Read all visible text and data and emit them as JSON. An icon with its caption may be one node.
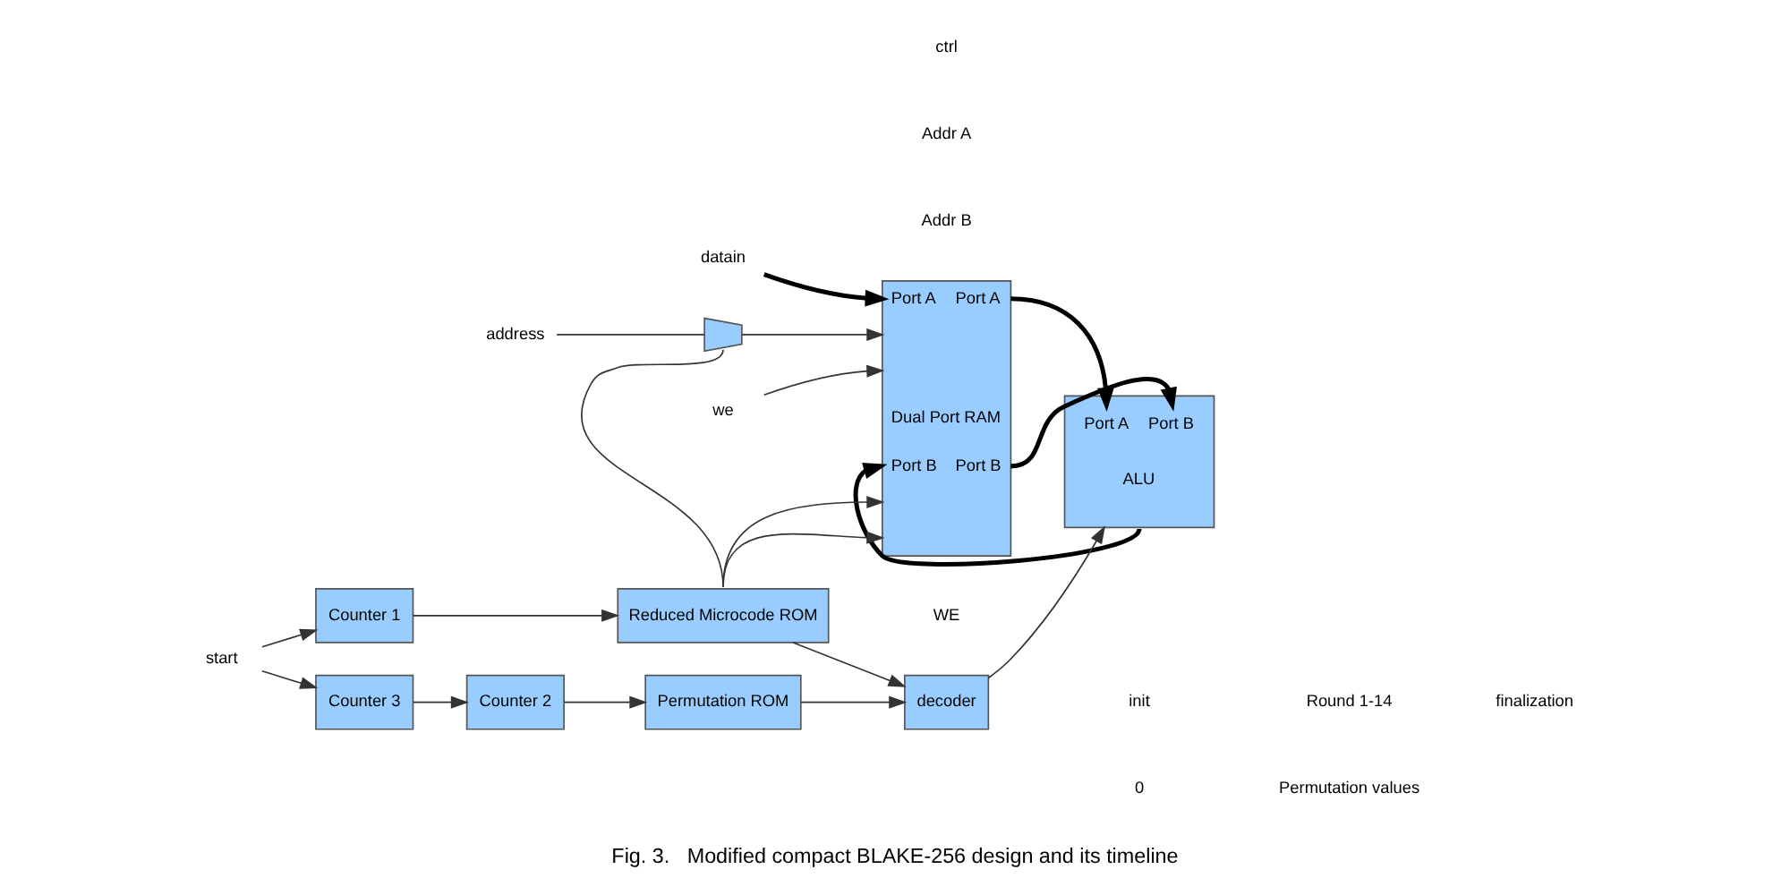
{
  "diagram": {
    "caption": "Fig. 3.   Modified compact BLAKE-256 design and its timeline",
    "nodes": [
      {
        "text": [
          "datain"
        ]
      },
      {
        "text": [
          "address"
        ]
      },
      {
        "text": [
          "we"
        ]
      },
      {
        "text": [],
        "shape": "trapezium"
      },
      {
        "text": [
          "Port A",
          "Port A",
          "Dual Port RAM",
          "Port B",
          "Port B"
        ]
      },
      {
        "text": [
          "Port A",
          "Port B",
          "ALU"
        ]
      },
      {
        "text": [
          "start"
        ]
      },
      {
        "text": [
          "Counter 1"
        ]
      },
      {
        "text": [
          "Reduced Microcode ROM"
        ]
      },
      {
        "text": [
          "Counter 3"
        ]
      },
      {
        "text": [
          "Counter 2"
        ]
      },
      {
        "text": [
          "Permutation ROM"
        ]
      },
      {
        "text": [
          "decoder"
        ]
      }
    ],
    "edges": [
      {
        "from": 0,
        "to": 4,
        "arrow": "to",
        "style": "thick"
      },
      {
        "from": 1,
        "to": 3,
        "arrow": "none"
      },
      {
        "from": 3,
        "to": 4,
        "arrow": "to"
      },
      {
        "from": 2,
        "to": 4,
        "arrow": "to"
      },
      {
        "from": 4,
        "to": 5,
        "arrow": "to",
        "style": "thick"
      },
      {
        "from": 4,
        "to": 5,
        "arrow": "to",
        "style": "thick"
      },
      {
        "from": 5,
        "to": 4,
        "arrow": "to",
        "style": "thick"
      },
      {
        "from": 8,
        "to": 3,
        "arrow": "none"
      },
      {
        "from": 8,
        "to": 4,
        "arrow": "to"
      },
      {
        "from": 8,
        "to": 4,
        "arrow": "to"
      },
      {
        "from": 6,
        "to": 7,
        "arrow": "to"
      },
      {
        "from": 6,
        "to": 9,
        "arrow": "to"
      },
      {
        "from": 7,
        "to": 8,
        "arrow": "to"
      },
      {
        "from": 9,
        "to": 10,
        "arrow": "to"
      },
      {
        "from": 10,
        "to": 11,
        "arrow": "to"
      },
      {
        "from": 8,
        "to": 12,
        "arrow": "to"
      },
      {
        "from": 11,
        "to": 12,
        "arrow": "to"
      },
      {
        "from": 12,
        "to": 5,
        "arrow": "to"
      }
    ],
    "labels": [
      "WE",
      "Addr B",
      "Addr A",
      "ctrl",
      "init",
      "Round 1-14",
      "finalization",
      "0",
      "Permutation values"
    ]
  }
}
